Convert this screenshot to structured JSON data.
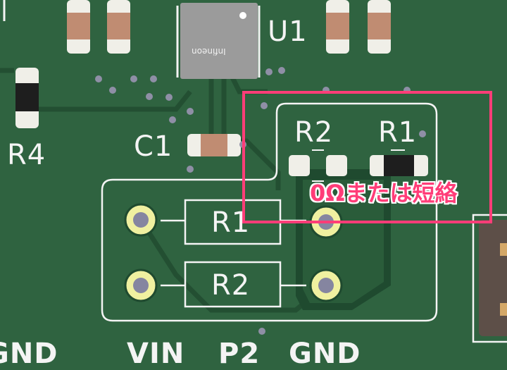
{
  "board": {
    "refdes": {
      "u1": "U1",
      "r4": "R4",
      "c1": "C1",
      "r2_smd": "R2",
      "r1_smd": "R1",
      "r1_tht": "R1",
      "r2_tht": "R2"
    },
    "chip_marking": "Infineon",
    "bottom_labels": [
      "GND",
      "VIN",
      "P2",
      "GND"
    ]
  },
  "annotation": {
    "text": "0Ωまたは短絡",
    "color": "#ff3d78"
  },
  "colors": {
    "board": "#2f6340",
    "silk": "#f4f4f4",
    "pad": "#f0efe8",
    "highlight": "#ff3d78"
  }
}
